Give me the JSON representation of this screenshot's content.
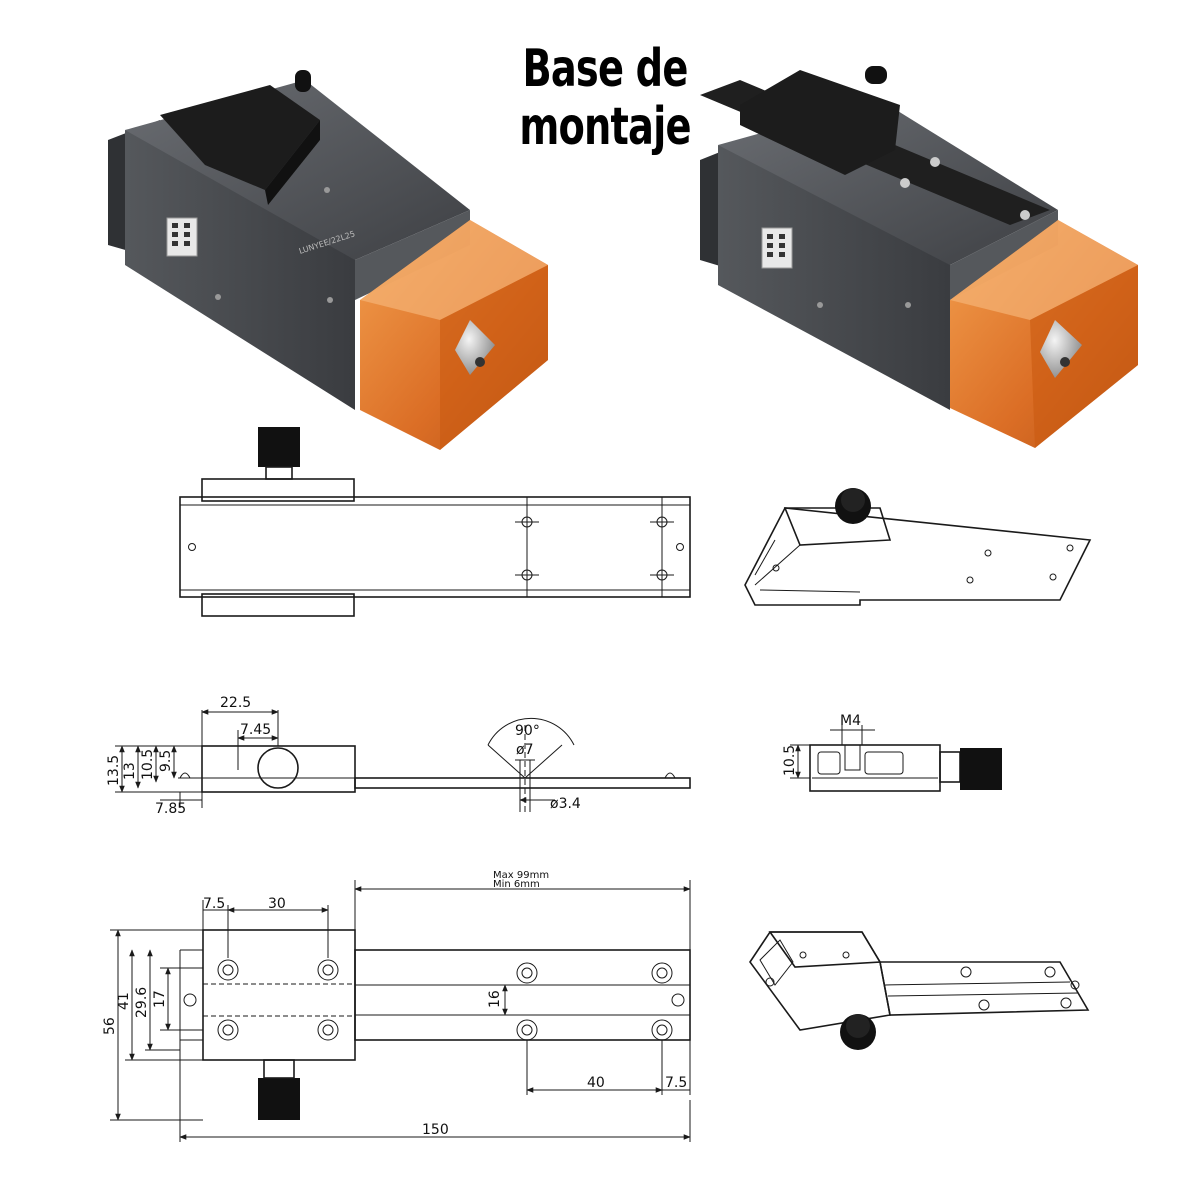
{
  "title": {
    "line1": "Base de",
    "line2": "montaje"
  },
  "product": {
    "brand_mark": "LUNYEE/22L25"
  },
  "colors": {
    "body": "#4a4c50",
    "shield": "#e07a1f",
    "mount": "#1c1c1c",
    "drawing": "#1a1a1a"
  },
  "dimensions": {
    "side_view": {
      "width_22_5": "22.5",
      "offset_7_45": "7.45",
      "height_13_5": "13.5",
      "height_13": "13",
      "height_10_5": "10.5",
      "height_9_5": "9.5",
      "offset_7_85": "7.85",
      "angle": "90°",
      "countersink_dia": "ø7",
      "hole_dia": "ø3.4"
    },
    "end_view": {
      "thread": "M4",
      "height": "10.5"
    },
    "top_view": {
      "pitch_7_5": "7.5",
      "pitch_30": "30",
      "travel_max": "Max 99mm",
      "travel_min": "Min  6mm",
      "height_56": "56",
      "height_41": "41",
      "height_29_6": "29.6",
      "height_17": "17",
      "spacing_16": "16",
      "spacing_40": "40",
      "spacing_7_5": "7.5",
      "length_150": "150"
    }
  }
}
